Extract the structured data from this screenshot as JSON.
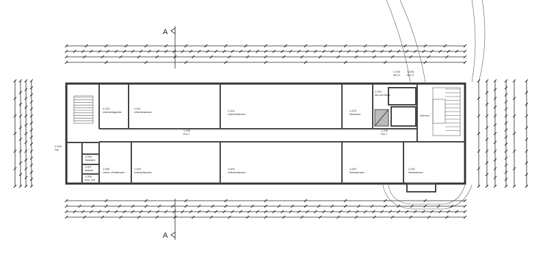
{
  "section_marks": {
    "top": "A",
    "bottom": "A"
  },
  "rooms": [
    {
      "number": "1.210",
      "name": "Unterrichtsgeräte"
    },
    {
      "number": "1.211",
      "name": "Unterrichtsraum"
    },
    {
      "number": "1.212",
      "name": "Unterrichtsraum"
    },
    {
      "number": "1.213",
      "name": "Stuhlraum"
    },
    {
      "number": "1.214",
      "name": "Ein-Um-Raum"
    },
    {
      "number": "1.215",
      "name": "WC-D"
    },
    {
      "number": "1.216",
      "name": "WC-H"
    },
    {
      "number": "",
      "name": "Vorraum"
    },
    {
      "number": "1.208",
      "name": "Flur 2"
    },
    {
      "number": "1.205",
      "name": "Flur 1"
    },
    {
      "number": "1.209",
      "name": "Flur"
    },
    {
      "number": "1.208",
      "name": "Teeküche"
    },
    {
      "number": "1.207",
      "name": "Abstellr."
    },
    {
      "number": "1.206",
      "name": "Putz. WC"
    },
    {
      "number": "1.205",
      "name": "Lehrm.-/Geräteraum"
    },
    {
      "number": "1.204",
      "name": "Unterrichtsraum"
    },
    {
      "number": "1.203",
      "name": "Unterrichtsraum"
    },
    {
      "number": "1.202",
      "name": "Seminarraum"
    },
    {
      "number": "1.201",
      "name": "Seminarraum"
    }
  ]
}
